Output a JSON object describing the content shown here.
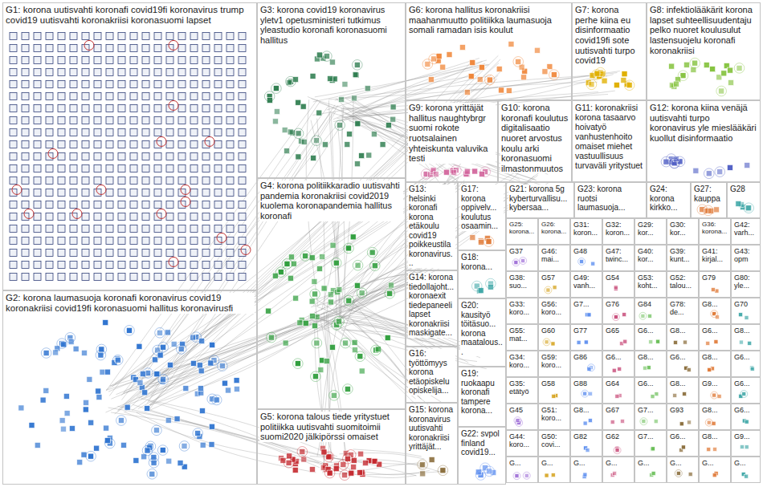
{
  "diagram": {
    "nodes": [
      {
        "text": [
          "G1: korona uutisvahti koronafi covid19fi koronavirus trump covid19 uutisvahti koronakriisi koronasuomi lapset"
        ]
      },
      {
        "text": [
          "G2: korona laumasuoja koronafi koronavirus covid19 koronakriisi covid19fi koronasuomi hallitus koronavirusfi"
        ]
      },
      {
        "text": [
          "G3: korona covid19 koronavirus yletv1 opetusministeri tutkimus yleastudio koronafi koronasuomi hallitus"
        ]
      },
      {
        "text": [
          "G4: korona politiikkaradio uutisvahti pandemia koronakriisi covid2019 kuolema koronapandemia hallitus koronafi"
        ]
      },
      {
        "text": [
          "G5: korona talous tiede yritystuet politiikka uutisvahti suomitoimii suomi2020 jälkipörssi omaiset"
        ]
      },
      {
        "text": [
          "G6: korona hallitus koronakriisi maahanmuutto politiikka laumasuoja somali ramadan isis koulut"
        ]
      },
      {
        "text": [
          "G7: korona perhe kiina eu disinformaatio covid19fi sote uutisvahti turpo covid19"
        ]
      },
      {
        "text": [
          "G8: infektiolääkärit korona lapset suhteellisuudentaju pelko nuoret koulusulut lastensuojelu koronafi koronakriisi"
        ]
      },
      {
        "text": [
          "G9: korona yrittäjät hallitus naughtybrgr suomi rokote ruotsalainen yhteiskunta valuvika testi"
        ]
      },
      {
        "text": [
          "G10: korona koronafi koulutus digitalisaatio nuoret arvostus koulu arki koronasuomi ilmastonmuutos"
        ]
      },
      {
        "text": [
          "G11: koronakriisi korona tasaarvo hoivatyö vanhustenhoito omaiset miehet vastuullisuus turvaväli yritystuet"
        ]
      },
      {
        "text": [
          "G12: korona kiina venäjä uutisvahti turpo koronavirus yle mieslääkäri kuollut disinformaatio"
        ]
      },
      {
        "text": [
          "G13: helsinki koronafi korona etäkoulu covid19 poikkeustila koronavirus..."
        ]
      },
      {
        "text": [
          "G14: korona tiedollajoht... koronaexit tiedepaneeli lapset koronakriisi maskigate..."
        ]
      },
      {
        "text": [
          "G16: työttömyys korona etäopiskelu opiskelija..."
        ]
      },
      {
        "text": [
          "G15: korona koronavirus uutisvahti koronakriisi yrittäjät..."
        ]
      },
      {
        "text": [
          "G17: korona oppivelv... koulutus osaamin..."
        ]
      },
      {
        "text": [
          "G18: korona..."
        ]
      },
      {
        "text": [
          "G20: kausityö töitäsuo... korona maatalous..."
        ]
      },
      {
        "text": [
          "G19: ruokaapu koronafi tampere korona..."
        ]
      },
      {
        "text": [
          "G22: svpol finland covid19..."
        ]
      },
      {
        "text": [
          "G21: korona 5g kyberturvallisu... kybersaa..."
        ]
      },
      {
        "text": [
          "G23: korona ruotsi laumasuoja..."
        ]
      },
      {
        "text": [
          "G24: korona kirkko..."
        ]
      },
      {
        "text": [
          "G27: kauppa"
        ]
      },
      {
        "text": [
          "G28"
        ]
      },
      {
        "text": [
          "G25: korona..."
        ]
      },
      {
        "text": [
          "G26: korona..."
        ]
      },
      {
        "text": [
          "G31: koron..."
        ]
      },
      {
        "text": [
          "G32: koron..."
        ]
      },
      {
        "text": [
          "G29: kor..."
        ]
      },
      {
        "text": [
          "G30: kor..."
        ]
      },
      {
        "text": [
          "G36: korona..."
        ]
      },
      {
        "text": [
          "G42: varh..."
        ]
      },
      {
        "text": [
          "G37"
        ]
      },
      {
        "text": [
          "G46: mai..."
        ]
      },
      {
        "text": [
          "G48"
        ]
      },
      {
        "text": [
          "G47: twinc..."
        ]
      },
      {
        "text": [
          "G40: kor..."
        ]
      },
      {
        "text": [
          "G39: kunt..."
        ]
      },
      {
        "text": [
          "G41: kirjal..."
        ]
      },
      {
        "text": [
          "G43: opm"
        ]
      },
      {
        "text": [
          "G38: suo..."
        ]
      },
      {
        "text": [
          "G57"
        ]
      },
      {
        "text": [
          "G49: vanh..."
        ]
      },
      {
        "text": [
          "G54"
        ]
      },
      {
        "text": [
          "G53: koht..."
        ]
      },
      {
        "text": [
          "G52: talou..."
        ]
      },
      {
        "text": [
          "G79"
        ]
      },
      {
        "text": [
          "G80: yle..."
        ]
      },
      {
        "text": [
          "G33: koro..."
        ]
      },
      {
        "text": [
          "G56: koro..."
        ]
      },
      {
        "text": [
          "G7..."
        ]
      },
      {
        "text": [
          "G76"
        ]
      },
      {
        "text": [
          "G84"
        ]
      },
      {
        "text": [
          "G78: de..."
        ]
      },
      {
        "text": [
          "G8..."
        ]
      },
      {
        "text": [
          "G70"
        ]
      },
      {
        "text": [
          "G55: mat..."
        ]
      },
      {
        "text": [
          "G60"
        ]
      },
      {
        "text": [
          "G77"
        ]
      },
      {
        "text": [
          "G65"
        ]
      },
      {
        "text": [
          "G6..."
        ]
      },
      {
        "text": [
          "G8..."
        ]
      },
      {
        "text": [
          "G6..."
        ]
      },
      {
        "text": [
          "G8..."
        ]
      },
      {
        "text": [
          "G34: koro..."
        ]
      },
      {
        "text": [
          "G59: koro..."
        ]
      },
      {
        "text": [
          "G86"
        ]
      },
      {
        "text": [
          "G6..."
        ]
      },
      {
        "text": [
          "G8..."
        ]
      },
      {
        "text": [
          "G6..."
        ]
      },
      {
        "text": [
          "G8..."
        ]
      },
      {
        "text": [
          "G6..."
        ]
      },
      {
        "text": [
          "G35: etätyö"
        ]
      },
      {
        "text": [
          "G58"
        ]
      },
      {
        "text": [
          "G88"
        ]
      },
      {
        "text": [
          "G64"
        ]
      },
      {
        "text": [
          "G6..."
        ]
      },
      {
        "text": [
          "G8..."
        ]
      },
      {
        "text": [
          "G9..."
        ]
      },
      {
        "text": [
          "G6..."
        ]
      },
      {
        "text": [
          "G45"
        ]
      },
      {
        "text": [
          "G51: koro..."
        ]
      },
      {
        "text": [
          "G8..."
        ]
      },
      {
        "text": [
          "G67"
        ]
      },
      {
        "text": [
          "G7..."
        ]
      },
      {
        "text": [
          "G93"
        ]
      },
      {
        "text": [
          "G8..."
        ]
      },
      {
        "text": [
          "G6..."
        ]
      },
      {
        "text": [
          "G44: koro..."
        ]
      },
      {
        "text": [
          "G50: covi..."
        ]
      },
      {
        "text": [
          "G82"
        ]
      },
      {
        "text": [
          "G62"
        ]
      },
      {
        "text": [
          "G7..."
        ]
      },
      {
        "text": [
          "G6..."
        ]
      },
      {
        "text": [
          "G8..."
        ]
      },
      {
        "text": [
          "G9..."
        ]
      },
      {
        "text": [
          "G..."
        ]
      },
      {
        "text": [
          "G..."
        ]
      },
      {
        "text": [
          "G..."
        ]
      },
      {
        "text": [
          "G..."
        ]
      },
      {
        "text": [
          "G..."
        ]
      },
      {
        "text": [
          "G..."
        ]
      },
      {
        "text": [
          "G..."
        ]
      },
      {
        "text": [
          "G..."
        ]
      }
    ]
  }
}
